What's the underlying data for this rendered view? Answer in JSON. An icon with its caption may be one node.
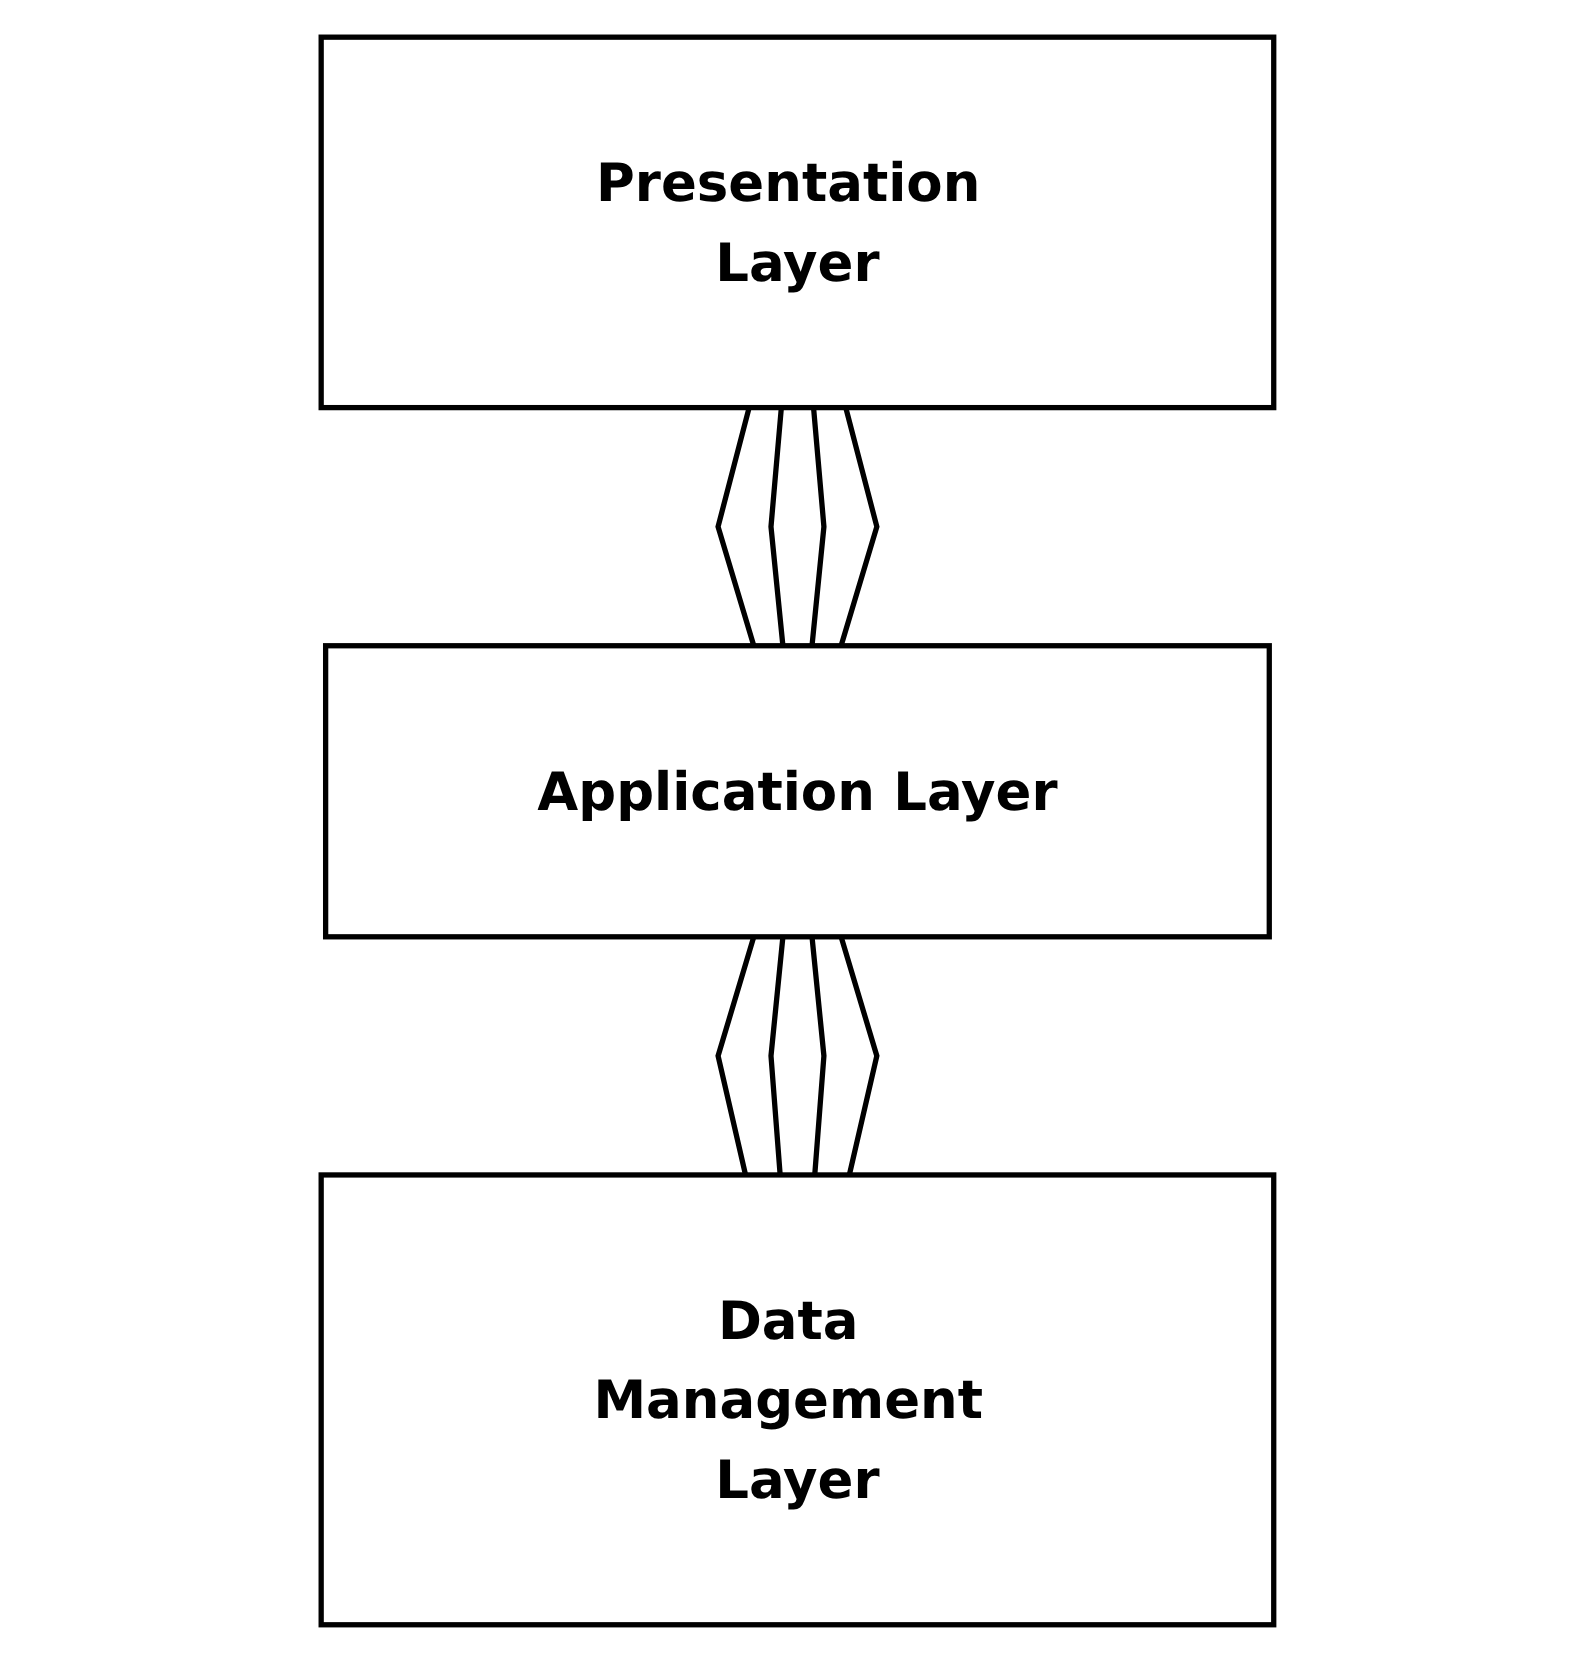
{
  "diagram": {
    "nodes": [
      {
        "text": [
          "Presentation Layer"
        ]
      },
      {
        "text": [
          "Application Layer"
        ]
      },
      {
        "text": [
          "Data Management Layer"
        ]
      }
    ],
    "edges": [
      {
        "from": 0,
        "to": 1,
        "arrow": "none"
      },
      {
        "from": 0,
        "to": 1,
        "arrow": "none"
      },
      {
        "from": 0,
        "to": 1,
        "arrow": "none"
      },
      {
        "from": 0,
        "to": 1,
        "arrow": "none"
      },
      {
        "from": 1,
        "to": 2,
        "arrow": "none"
      },
      {
        "from": 1,
        "to": 2,
        "arrow": "none"
      },
      {
        "from": 1,
        "to": 2,
        "arrow": "none"
      },
      {
        "from": 1,
        "to": 2,
        "arrow": "none"
      }
    ]
  }
}
